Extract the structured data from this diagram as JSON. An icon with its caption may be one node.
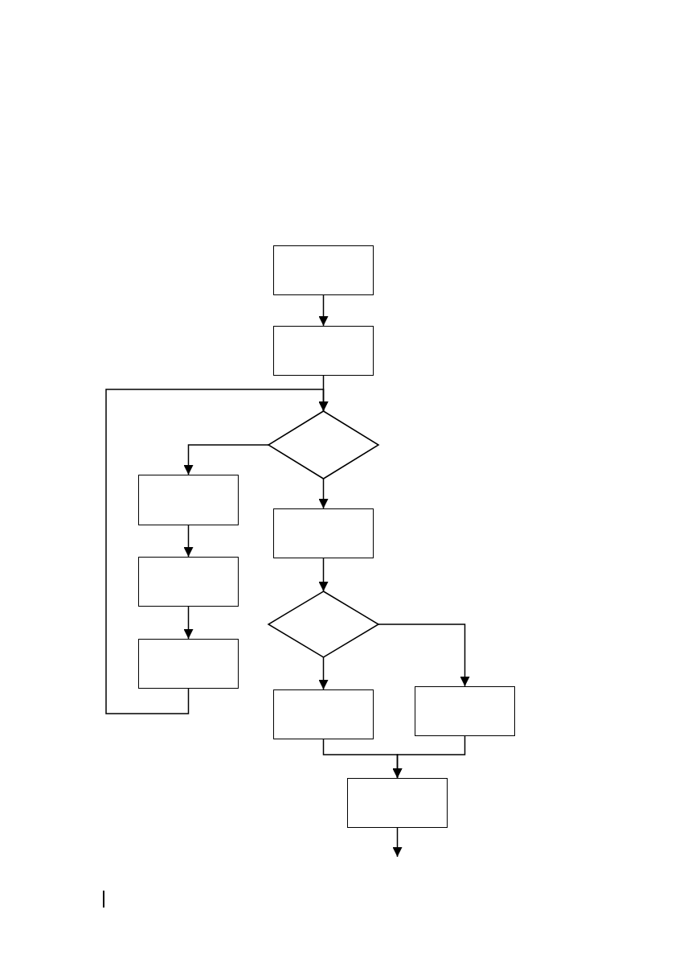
{
  "diagram": {
    "nodes": [
      {
        "text": [],
        "shape": "box"
      },
      {
        "text": [],
        "shape": "box"
      },
      {
        "text": [],
        "shape": "diamond"
      },
      {
        "text": [],
        "shape": "box"
      },
      {
        "text": [],
        "shape": "box"
      },
      {
        "text": [],
        "shape": "box"
      },
      {
        "text": [],
        "shape": "box"
      },
      {
        "text": [],
        "shape": "diamond"
      },
      {
        "text": [],
        "shape": "box"
      },
      {
        "text": [],
        "shape": "box"
      },
      {
        "text": [],
        "shape": "box"
      }
    ],
    "edges": [
      {
        "from": 0,
        "to": 1,
        "arrow": "to"
      },
      {
        "from": 1,
        "to": 2,
        "arrow": "to"
      },
      {
        "from": 2,
        "to": 3,
        "arrow": "to"
      },
      {
        "from": 3,
        "to": 4,
        "arrow": "to"
      },
      {
        "from": 4,
        "to": 5,
        "arrow": "to"
      },
      {
        "from": 5,
        "to": 2,
        "arrow": "to"
      },
      {
        "from": 2,
        "to": 6,
        "arrow": "to"
      },
      {
        "from": 6,
        "to": 7,
        "arrow": "to"
      },
      {
        "from": 7,
        "to": 8,
        "arrow": "to"
      },
      {
        "from": 7,
        "to": 9,
        "arrow": "to"
      },
      {
        "from": 8,
        "to": 10,
        "arrow": "to"
      },
      {
        "from": 9,
        "to": 10,
        "arrow": "to"
      },
      {
        "from": 10,
        "to": null,
        "arrow": "to"
      }
    ]
  }
}
